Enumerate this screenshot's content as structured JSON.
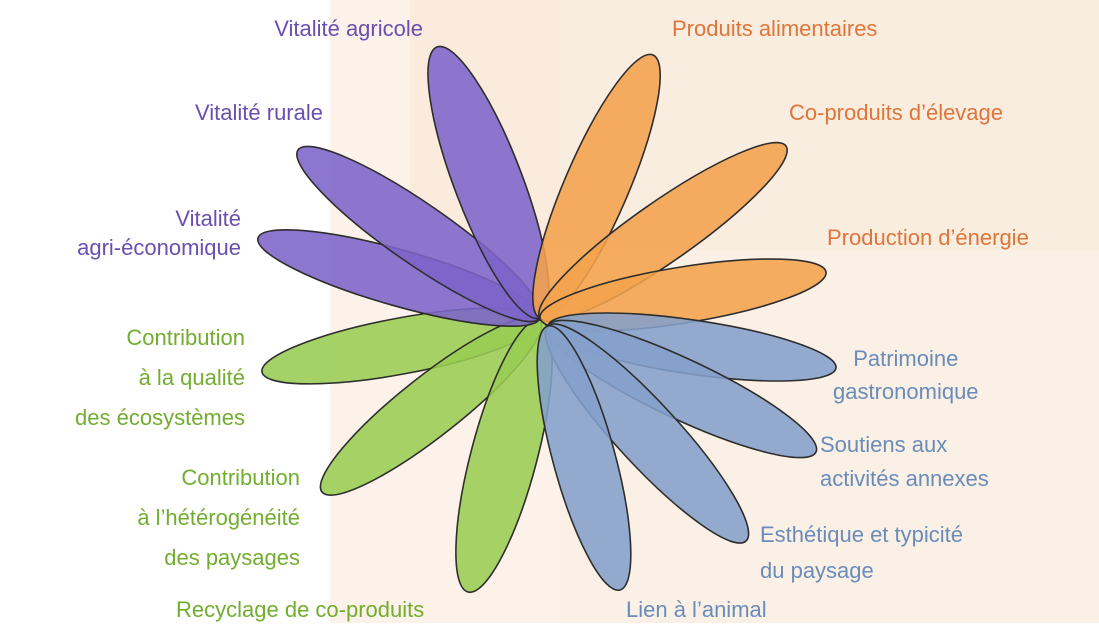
{
  "groups": [
    {
      "id": "purple",
      "color": "#7d63c9",
      "labels": [
        {
          "lines": [
            "Vitalité agricole"
          ]
        },
        {
          "lines": [
            "Vitalité rurale"
          ]
        },
        {
          "lines": [
            "Vitalité",
            "agri-économique"
          ]
        }
      ]
    },
    {
      "id": "orange",
      "color": "#f4a24c",
      "labels": [
        {
          "lines": [
            "Produits alimentaires"
          ]
        },
        {
          "lines": [
            "Co-produits d’élevage"
          ]
        },
        {
          "lines": [
            "Production d’énergie"
          ]
        }
      ]
    },
    {
      "id": "green",
      "color": "#98cc52",
      "labels": [
        {
          "lines": [
            "Contribution",
            "à la qualité",
            "des écosystèmes"
          ]
        },
        {
          "lines": [
            "Contribution",
            "à l’hétérogénéité",
            "des paysages"
          ]
        },
        {
          "lines": [
            "Recyclage de co-produits"
          ]
        }
      ]
    },
    {
      "id": "blue",
      "color": "#849fcb",
      "labels": [
        {
          "lines": [
            "Patrimoine",
            "gastronomique"
          ]
        },
        {
          "lines": [
            "Soutiens aux",
            "activités annexes"
          ]
        },
        {
          "lines": [
            "Esthétique et typicité",
            "du paysage"
          ]
        },
        {
          "lines": [
            "Lien à l’animal"
          ]
        }
      ]
    }
  ]
}
